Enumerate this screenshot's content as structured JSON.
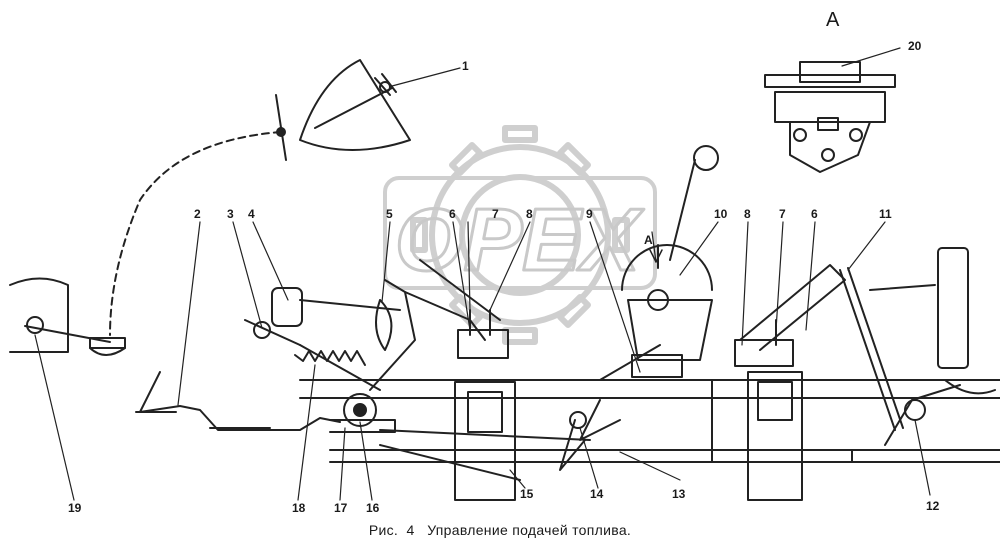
{
  "watermark": {
    "text": "OPEX"
  },
  "view_label": "A",
  "view_marker": "A",
  "caption": {
    "prefix": "Рис.",
    "number": "4",
    "text": "Управление подачей топлива."
  },
  "callouts": {
    "c1": "1",
    "c2": "2",
    "c3": "3",
    "c4": "4",
    "c5": "5",
    "c6": "6",
    "c7": "7",
    "c8": "8",
    "c9": "9",
    "c10": "10",
    "c11": "11",
    "c12": "12",
    "c13": "13",
    "c14": "14",
    "c15": "15",
    "c16": "16",
    "c17": "17",
    "c18": "18",
    "c19": "19",
    "c20": "20",
    "c6b": "6",
    "c7b": "7",
    "c8b": "8"
  }
}
